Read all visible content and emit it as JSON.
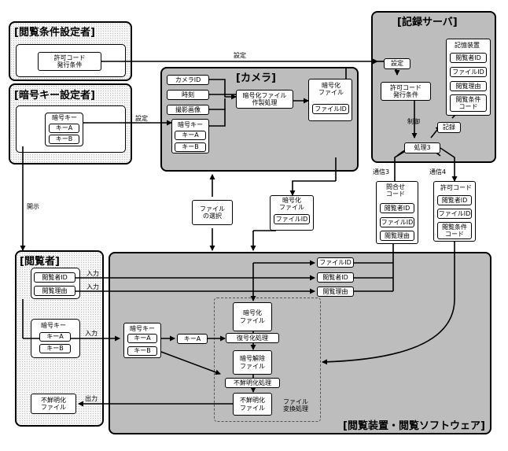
{
  "perm_setter": {
    "title": "[閲覧条件設定者]",
    "permit_box": "許可コード\n発行条件"
  },
  "key_setter": {
    "title": "[暗号キー設定者]",
    "key_title": "暗号キー",
    "key_a": "キーA",
    "key_b": "キーB"
  },
  "camera": {
    "title": "[カメラ]",
    "camera_id": "カメラID",
    "time": "時刻",
    "photo": "撮影画像",
    "key_title": "暗号キー",
    "key_a": "キーA",
    "key_b": "キーB",
    "process": "暗号化ファイル\n作製処理",
    "enc_title": "暗号化\nファイル",
    "file_id": "ファイルID"
  },
  "server": {
    "title": "[記録サーバ]",
    "settei": "設定",
    "permit_cond": "許可コード\n発行条件",
    "control": "制御",
    "record": "記録",
    "process3": "処理3",
    "storage_title": "記憶装置",
    "storage_items": [
      "閲覧者ID",
      "ファイルID",
      "閲覧理由",
      "閲覧条件\nコード"
    ]
  },
  "viewer": {
    "title": "[閲覧者]",
    "viewer_id": "閲覧者ID",
    "reason": "閲覧理由",
    "key_title": "暗号キー",
    "key_a": "キーA",
    "key_b": "キーB",
    "out_file": "不鮮明化\nファイル"
  },
  "mid": {
    "file_select": "ファイル\nの選択",
    "enc_title": "暗号化\nファイル",
    "file_id": "ファイルID"
  },
  "query": {
    "title": "問合せ\nコード",
    "items": [
      "閲覧者ID",
      "ファイルID",
      "閲覧理由"
    ]
  },
  "permit_code": {
    "title": "許可コード",
    "items": [
      "閲覧者ID",
      "ファイルID",
      "閲覧条件\nコード"
    ]
  },
  "device": {
    "title": "[閲覧装置・閲覧ソフトウェア]",
    "file_id": "ファイルID",
    "viewer_id": "閲覧者ID",
    "reason": "閲覧理由",
    "key_title": "暗号キー",
    "key_a": "キーA",
    "key_b": "キーB",
    "key_a2": "キーA",
    "enc_file": "暗号化\nファイル",
    "decrypt": "復号化処理",
    "released": "暗号解除\nファイル",
    "blur": "不鮮明化処理",
    "blurred": "不鮮明化\nファイル",
    "convert": "ファイル\n変換処理"
  },
  "labels": {
    "settei_top": "設定",
    "settei_key": "設定",
    "kaiji": "開示",
    "input1": "入力",
    "input2": "入力",
    "input3": "入力",
    "output": "出力",
    "comm3": "通信3",
    "comm4": "通信4"
  }
}
